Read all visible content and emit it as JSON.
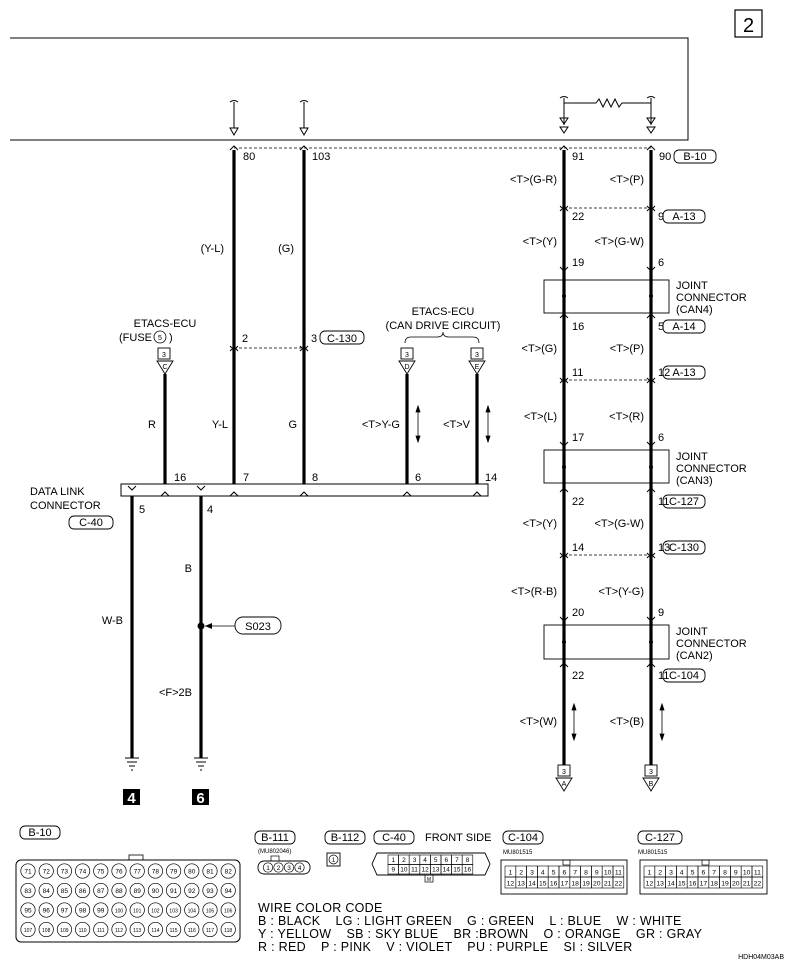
{
  "page_number": "2",
  "drawing_code": "HDH04M03AB",
  "ecu_pins": {
    "p80": "80",
    "p103": "103",
    "p91": "91",
    "p90": "90",
    "conn": "B-10"
  },
  "wires": {
    "yl_color": "(Y-L)",
    "g_color": "(G)",
    "yl_short": "Y-L",
    "g_short": "G",
    "fuse_wire": "R",
    "wb": "W-B",
    "b": "B",
    "f2b": "<F>2B",
    "tyg": "<T>Y-G",
    "tv": "<T>V"
  },
  "etacs_fuse": {
    "title": "ETACS-ECU",
    "sub": "(FUSE",
    "fuse_no": "5",
    "close": ")",
    "ref": "3",
    "letter": "C"
  },
  "etacs_can": {
    "title": "ETACS-ECU",
    "sub": "(CAN DRIVE CIRCUIT)",
    "ref1": "3",
    "letter1": "D",
    "ref2": "3",
    "letter2": "E"
  },
  "c130_pins": {
    "p2": "2",
    "p3": "3",
    "conn": "C-130"
  },
  "data_link": {
    "title": "DATA LINK",
    "title2": "CONNECTOR",
    "conn": "C-40",
    "p16": "16",
    "p7": "7",
    "p8": "8",
    "p6": "6",
    "p14": "14",
    "p5": "5",
    "p4": "4"
  },
  "splice": "S023",
  "grounds": {
    "g1": "4",
    "g2": "6"
  },
  "can_bus": {
    "r1": {
      "left": "<T>(G-R)",
      "right": "<T>(P)"
    },
    "a13": {
      "p1": "22",
      "p2": "9",
      "conn": "A-13"
    },
    "r2": {
      "left": "<T>(Y)",
      "right": "<T>(G-W)"
    },
    "can4_pins": {
      "in1": "19",
      "in2": "6",
      "out1": "16",
      "out2": "5",
      "conn": "A-14"
    },
    "can4": [
      "JOINT",
      "CONNECTOR",
      "(CAN4)"
    ],
    "r3": {
      "left": "<T>(G)",
      "right": "<T>(P)"
    },
    "a13b": {
      "p1": "11",
      "p2": "12",
      "conn": "A-13"
    },
    "r4": {
      "left": "<T>(L)",
      "right": "<T>(R)"
    },
    "can3_pins": {
      "in1": "17",
      "in2": "6",
      "out1": "22",
      "out2": "11",
      "conn": "C-127"
    },
    "can3": [
      "JOINT",
      "CONNECTOR",
      "(CAN3)"
    ],
    "r5": {
      "left": "<T>(Y)",
      "right": "<T>(G-W)"
    },
    "c130b": {
      "p1": "14",
      "p2": "13",
      "conn": "C-130"
    },
    "r6": {
      "left": "<T>(R-B)",
      "right": "<T>(Y-G)"
    },
    "can2_pins": {
      "in1": "20",
      "in2": "9",
      "out1": "22",
      "out2": "11",
      "conn": "C-104"
    },
    "can2": [
      "JOINT",
      "CONNECTOR",
      "(CAN2)"
    ],
    "r7": {
      "left": "<T>(W)",
      "right": "<T>(B)"
    },
    "bottom_refs": {
      "r1": "3",
      "l1": "A",
      "r2": "3",
      "l2": "B"
    }
  },
  "connector_views": {
    "b10": {
      "label": "B-10",
      "pins": [
        "71",
        "72",
        "73",
        "74",
        "75",
        "76",
        "77",
        "78",
        "79",
        "80",
        "81",
        "82",
        "83",
        "84",
        "85",
        "86",
        "87",
        "88",
        "89",
        "90",
        "91",
        "92",
        "93",
        "94",
        "95",
        "96",
        "97",
        "98",
        "99",
        "100",
        "101",
        "102",
        "103",
        "104",
        "105",
        "106",
        "107",
        "108",
        "109",
        "110",
        "111",
        "112",
        "113",
        "114",
        "115",
        "116",
        "117",
        "118"
      ]
    },
    "b111": {
      "label": "B-111",
      "part": "(MU802046)",
      "pins": [
        "1",
        "2",
        "3",
        "4"
      ]
    },
    "b112": {
      "label": "B-112",
      "pin": "1"
    },
    "c40": {
      "label": "C-40",
      "side": "FRONT SIDE",
      "row1": [
        "1",
        "2",
        "3",
        "4",
        "5",
        "6",
        "7",
        "8"
      ],
      "row2": [
        "9",
        "10",
        "11",
        "12",
        "13",
        "14",
        "15",
        "16"
      ]
    },
    "c104": {
      "label": "C-104",
      "part": "MU801515",
      "row1": [
        "1",
        "2",
        "3",
        "4",
        "5",
        "6",
        "7",
        "8",
        "9",
        "10",
        "11"
      ],
      "row2": [
        "12",
        "13",
        "14",
        "15",
        "16",
        "17",
        "18",
        "19",
        "20",
        "21",
        "22"
      ]
    },
    "c127": {
      "label": "C-127",
      "part": "MU801515",
      "row1": [
        "1",
        "2",
        "3",
        "4",
        "5",
        "6",
        "7",
        "8",
        "9",
        "10",
        "11"
      ],
      "row2": [
        "12",
        "13",
        "14",
        "15",
        "16",
        "17",
        "18",
        "19",
        "20",
        "21",
        "22"
      ]
    }
  },
  "wire_color_code": {
    "title": "WIRE COLOR CODE",
    "line1": "B : BLACK    LG : LIGHT GREEN    G : GREEN    L : BLUE    W : WHITE",
    "line2": "Y : YELLOW    SB : SKY BLUE    BR :BROWN    O : ORANGE    GR : GRAY",
    "line3": "R : RED    P : PINK    V : VIOLET    PU : PURPLE    SI : SILVER"
  }
}
